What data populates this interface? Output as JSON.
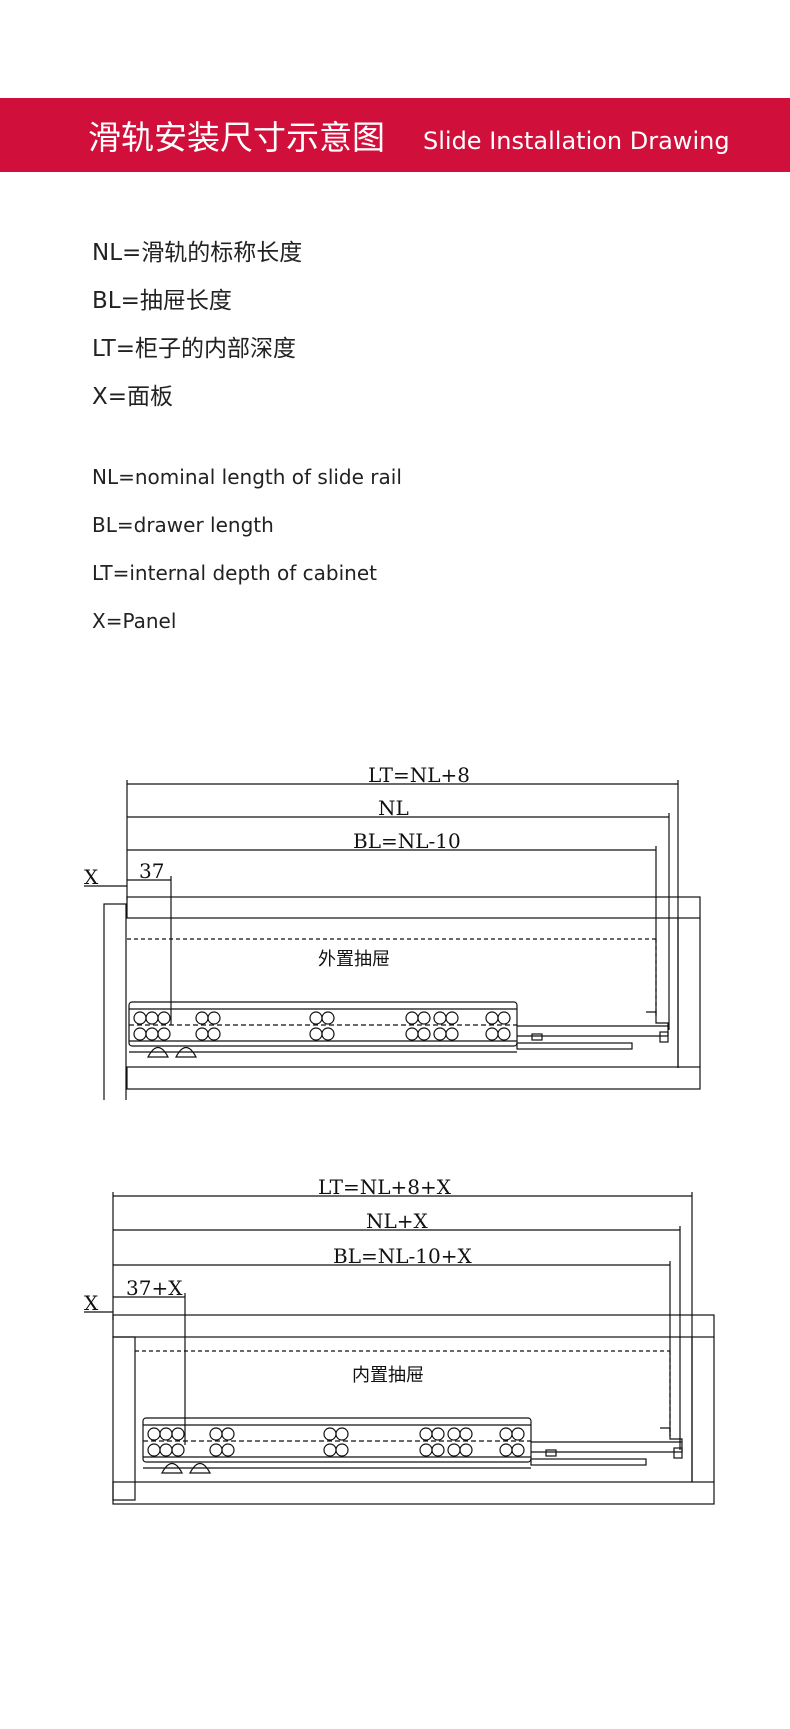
{
  "header": {
    "title_zh": "滑轨安装尺寸示意图",
    "title_en": "Slide Installation Drawing",
    "background_color": "#d0103a"
  },
  "definitions_zh": [
    "NL=滑轨的标称长度",
    "BL=抽屉长度",
    "LT=柜子的内部深度",
    "X=面板"
  ],
  "definitions_en": [
    "NL=nominal length of slide rail",
    "BL=drawer length",
    "LT=internal depth of cabinet",
    "X=Panel"
  ],
  "diagrams": [
    {
      "dims": [
        "LT=NL+8",
        "NL",
        "BL=NL-10"
      ],
      "offset_label": "37",
      "panel_label": "X",
      "drawer_label": "外置抽屉"
    },
    {
      "dims": [
        "LT=NL+8+X",
        "NL+X",
        "BL=NL-10+X"
      ],
      "offset_label": "37+X",
      "panel_label": "X",
      "drawer_label": "内置抽屉"
    }
  ]
}
